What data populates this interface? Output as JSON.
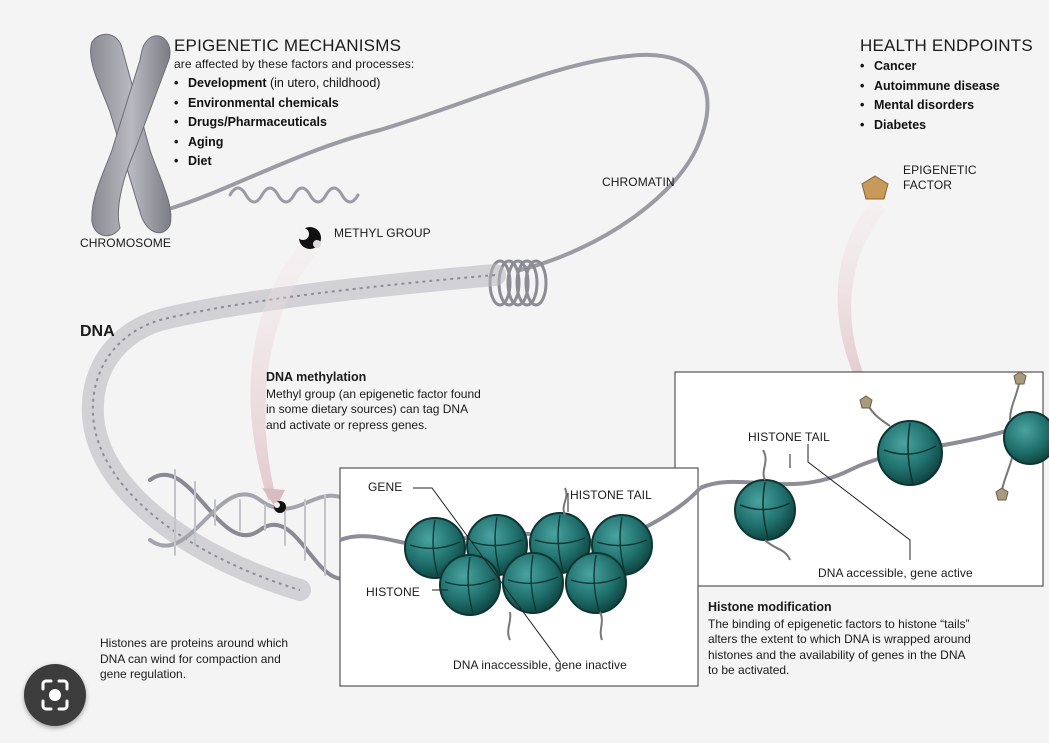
{
  "mechanisms": {
    "title": "EPIGENETIC MECHANISMS",
    "subtitle": "are affected by these factors and processes:",
    "items": [
      {
        "bold": "Development",
        "rest": " (in utero, childhood)"
      },
      {
        "bold": "Environmental chemicals",
        "rest": ""
      },
      {
        "bold": "Drugs/Pharmaceuticals",
        "rest": ""
      },
      {
        "bold": "Aging",
        "rest": ""
      },
      {
        "bold": "Diet",
        "rest": ""
      }
    ]
  },
  "endpoints": {
    "title": "HEALTH ENDPOINTS",
    "items": [
      "Cancer",
      "Autoimmune disease",
      "Mental disorders",
      "Diabetes"
    ]
  },
  "labels": {
    "chromosome": "CHROMOSOME",
    "chromatin": "CHROMATIN",
    "methyl_group": "METHYL GROUP",
    "dna": "DNA",
    "epigenetic_factor_line1": "EPIGENETIC",
    "epigenetic_factor_line2": "FACTOR",
    "histone_tail_right": "HISTONE TAIL",
    "gene": "GENE",
    "histone_tail_left": "HISTONE TAIL",
    "histone": "HISTONE",
    "dna_accessible": "DNA accessible, gene active",
    "dna_inaccessible": "DNA inaccessible, gene inactive"
  },
  "methylation": {
    "title": "DNA methylation",
    "line1": "Methyl group (an epigenetic factor found",
    "line2": "in some dietary sources) can tag DNA",
    "line3": "and activate or repress genes."
  },
  "histone_modification": {
    "title": "Histone modification",
    "line1": "The binding of epigenetic factors to histone “tails”",
    "line2": "alters the extent to which DNA is wrapped around",
    "line3": "histones and the availability of genes in the DNA",
    "line4": "to be activated."
  },
  "histones_note": {
    "line1": "Histones are proteins around which",
    "line2": "DNA can wind for compaction and",
    "line3": "gene regulation."
  },
  "icons": [
    "chromosome-icon",
    "methyl-group-icon",
    "epigenetic-factor-icon",
    "histone-icon",
    "lens-search-icon"
  ],
  "colors": {
    "histone_teal": "#1f6f6c",
    "strand_gray": "#8d8d98",
    "background": "#f4f4f4",
    "arrow_pink": "#e9d3d6"
  }
}
